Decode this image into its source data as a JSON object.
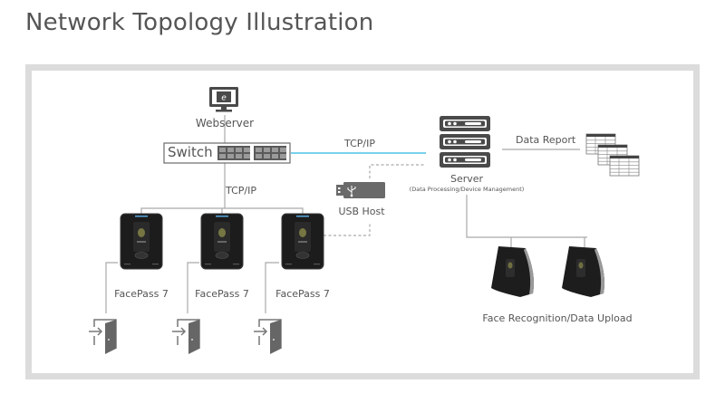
{
  "title": "Network Topology Illustration",
  "nodes": {
    "webserver": {
      "label": "Webserver",
      "icon": "monitor-browser-icon"
    },
    "switch": {
      "label": "Switch",
      "icon": "switch-ports-icon"
    },
    "server": {
      "label": "Server",
      "sublabel": "(Data Processing/Device Management)",
      "icon": "server-rack-icon"
    },
    "usb_host": {
      "label": "USB Host",
      "icon": "usb-drive-icon"
    },
    "data_report": {
      "label": "Data Report",
      "icon": "spreadsheet-stack-icon"
    },
    "facepass_devices": [
      {
        "label": "FacePass 7"
      },
      {
        "label": "FacePass 7"
      },
      {
        "label": "FacePass 7"
      }
    ],
    "face_recognition": {
      "label": "Face Recognition/Data Upload",
      "device_count": 2
    },
    "doors": [
      {
        "icon": "door-entry-icon"
      },
      {
        "icon": "door-entry-icon"
      },
      {
        "icon": "door-entry-icon"
      }
    ]
  },
  "links": {
    "switch_to_server": {
      "label": "TCP/IP",
      "color": "#4bc3e6",
      "style": "solid"
    },
    "switch_to_devices": {
      "label": "TCP/IP",
      "style": "solid"
    },
    "usb_to_server": {
      "style": "dashed"
    },
    "device_to_usb": {
      "style": "dashed"
    }
  },
  "colors": {
    "frame": "#dcdcdc",
    "line": "#a9a9a9",
    "icon": "#4a4a4a",
    "accent": "#4bc3e6"
  }
}
